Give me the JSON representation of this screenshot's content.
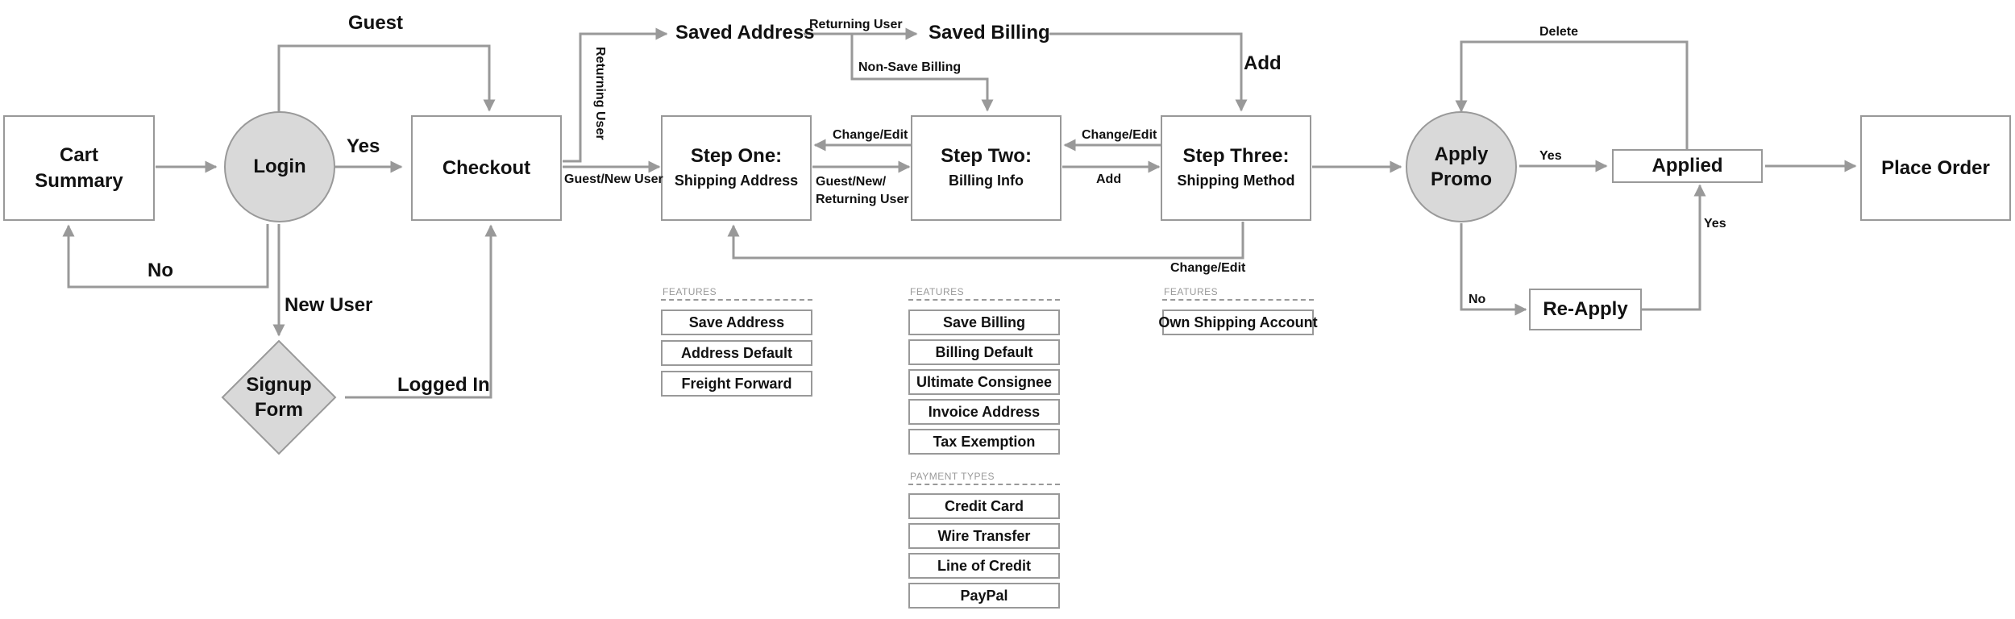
{
  "nodes": {
    "cart_summary": "Cart\nSummary",
    "login": "Login",
    "checkout": "Checkout",
    "signup_form": "Signup\nForm",
    "step_one": {
      "title": "Step One:",
      "subtitle": "Shipping Address"
    },
    "step_two": {
      "title": "Step Two:",
      "subtitle": "Billing Info"
    },
    "step_three": {
      "title": "Step Three:",
      "subtitle": "Shipping Method"
    },
    "apply_promo": "Apply\nPromo",
    "applied": "Applied",
    "re_apply": "Re-Apply",
    "place_order": "Place Order",
    "saved_address": "Saved Address",
    "saved_billing": "Saved Billing"
  },
  "edge_labels": {
    "guest": "Guest",
    "yes_login": "Yes",
    "no_login": "No",
    "new_user": "New User",
    "logged_in": "Logged In",
    "returning_user_vertical": "Returning User",
    "guest_new_user": "Guest/New User",
    "returning_user_top": "Returning User",
    "non_save_billing": "Non-Save Billing",
    "add_top": "Add",
    "change_edit_1": "Change/Edit",
    "change_edit_2": "Change/Edit",
    "change_edit_3": "Change/Edit",
    "guest_new_returning": "Guest/New/\nReturning User",
    "add_mid": "Add",
    "delete": "Delete",
    "yes_promo": "Yes",
    "no_promo": "No",
    "yes_reapply": "Yes"
  },
  "step_one_features": {
    "heading": "FEATURES",
    "items": [
      "Save Address",
      "Address Default",
      "Freight Forward"
    ]
  },
  "step_two_features": {
    "heading": "FEATURES",
    "items": [
      "Save Billing",
      "Billing Default",
      "Ultimate Consignee",
      "Invoice Address",
      "Tax Exemption"
    ]
  },
  "payment_types": {
    "heading": "PAYMENT TYPES",
    "items": [
      "Credit Card",
      "Wire Transfer",
      "Line of Credit",
      "PayPal"
    ]
  },
  "step_three_features": {
    "heading": "FEATURES",
    "items": [
      "Own Shipping Account"
    ]
  },
  "colors": {
    "line": "#999999",
    "circle_fill": "#d9d9d9",
    "box_fill": "#ffffff",
    "text": "#111111",
    "section_heading": "#999999"
  }
}
